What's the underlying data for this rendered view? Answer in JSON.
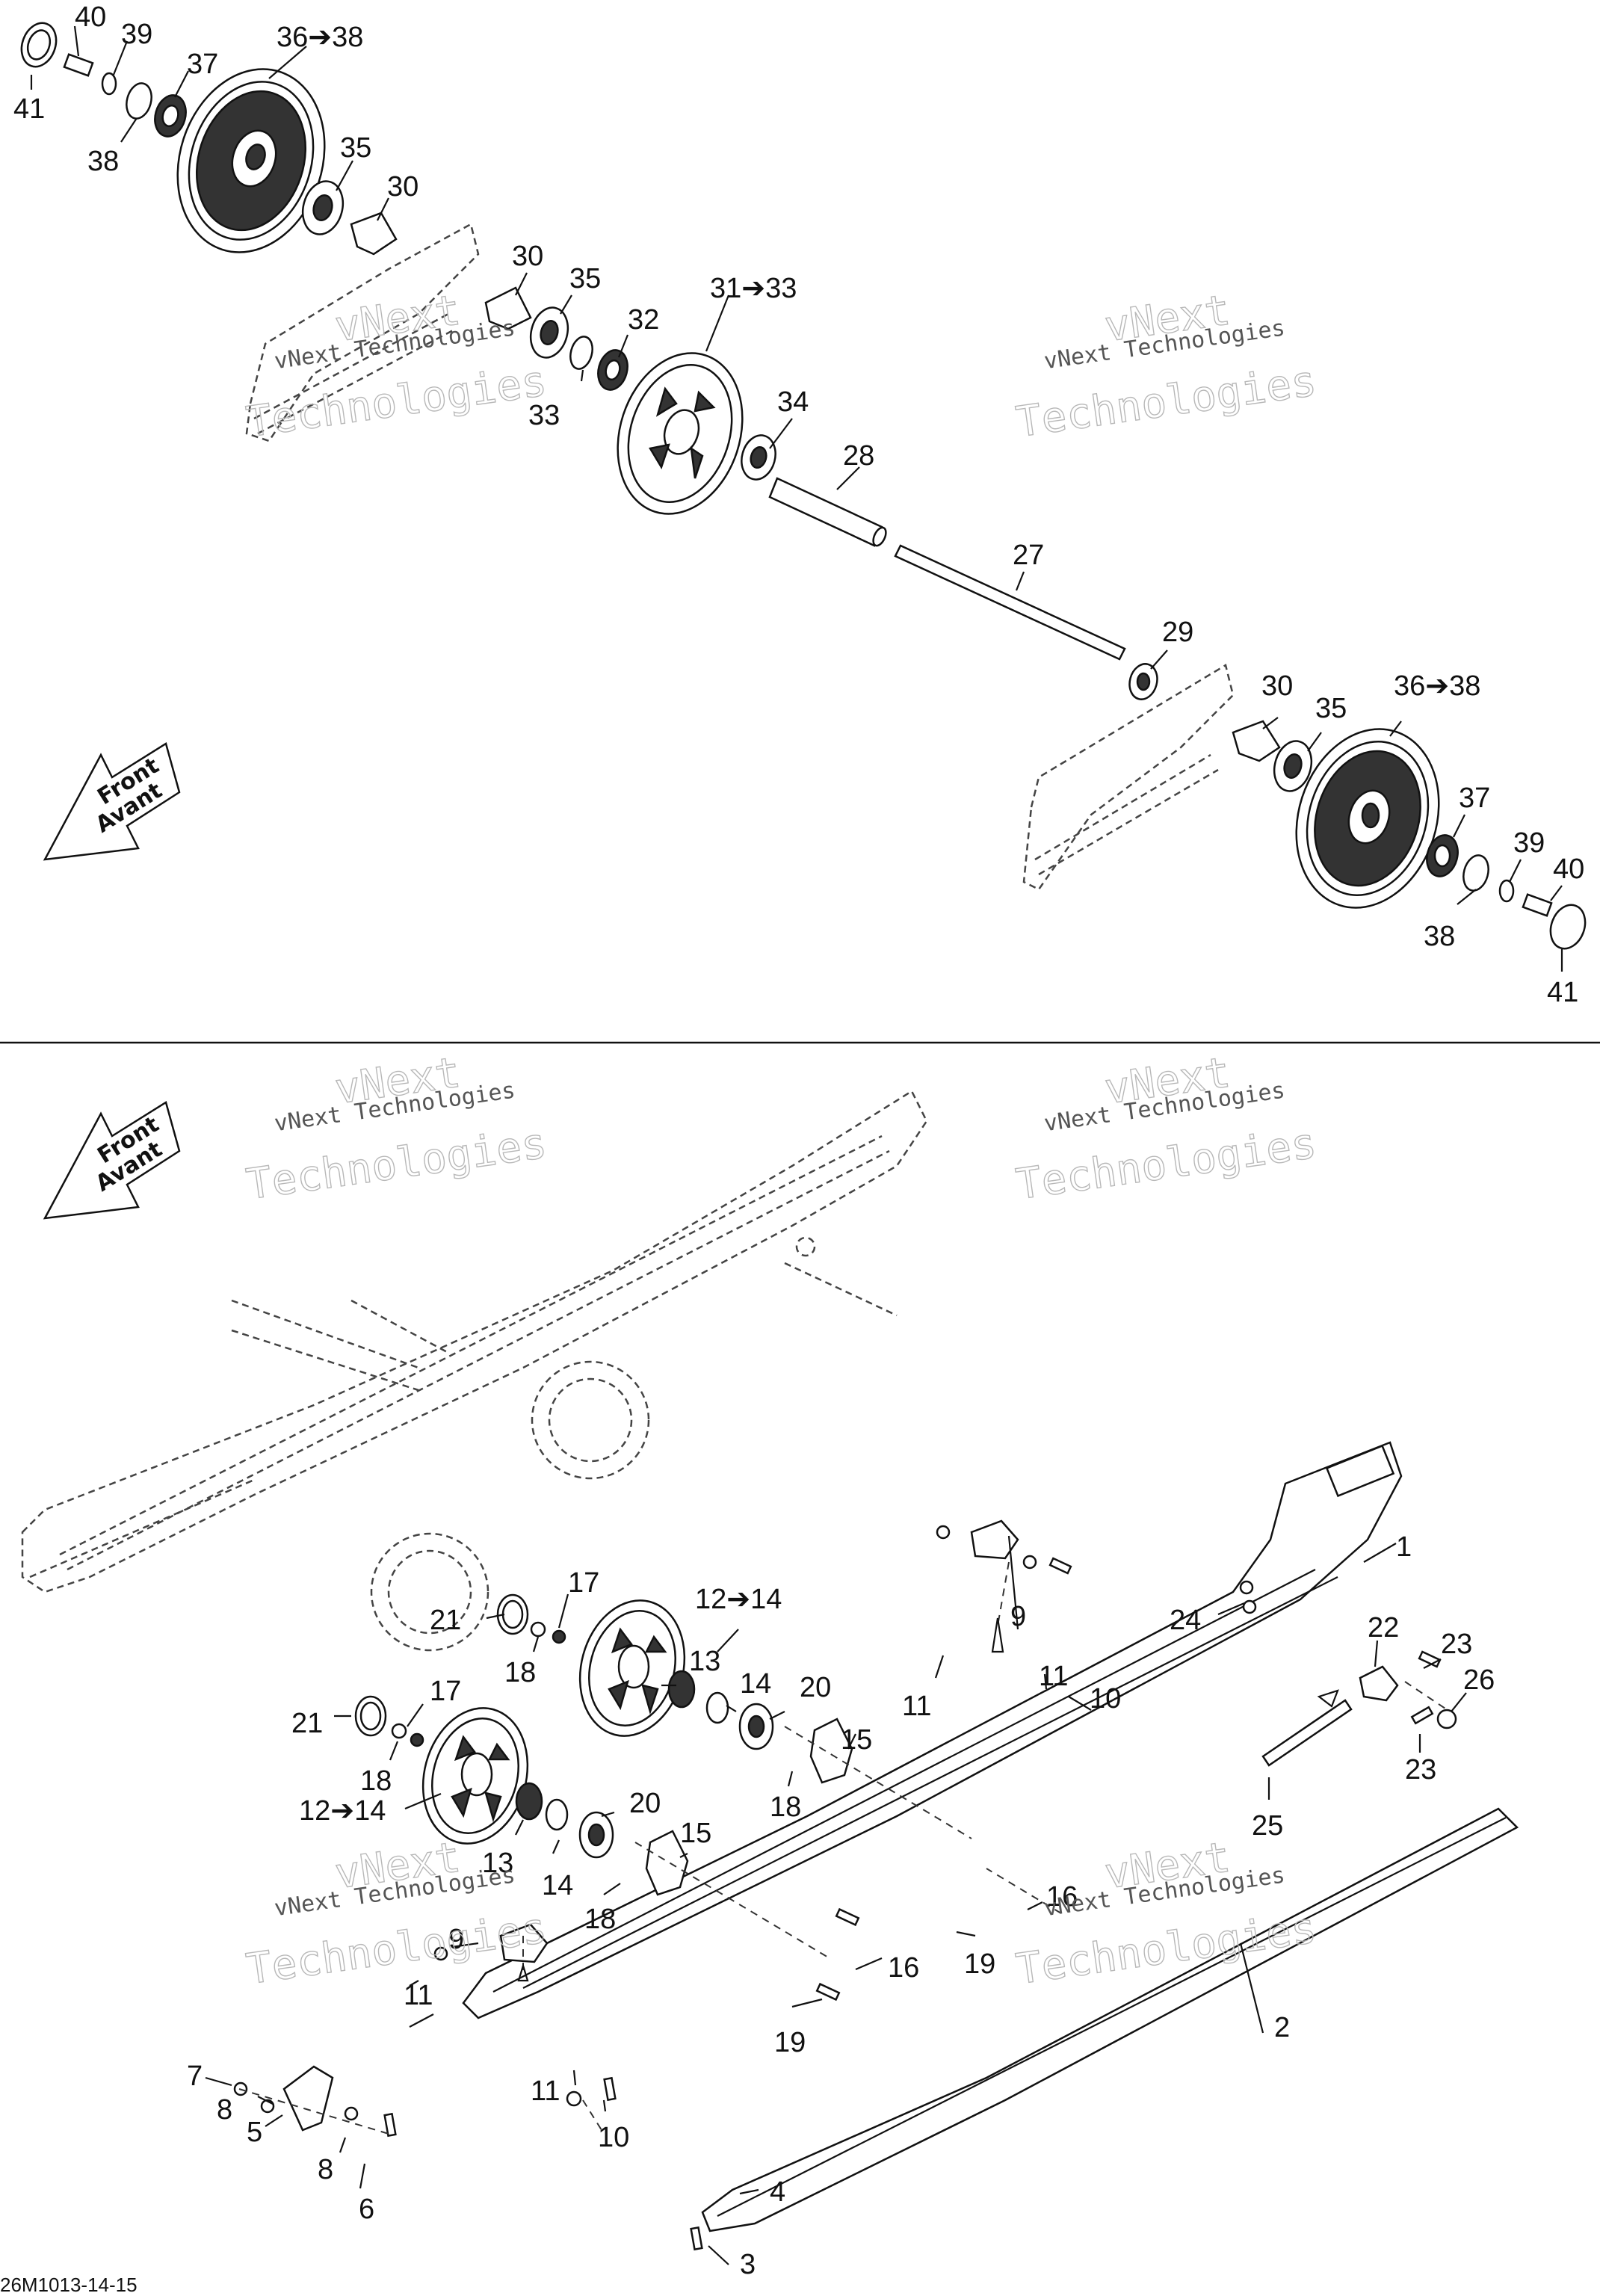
{
  "watermark": {
    "line1": "vNext Technologies",
    "line2a": "vNext",
    "line2b": "Technologies"
  },
  "front_label": {
    "line1": "Front",
    "line2": "Avant"
  },
  "drawing_code": "26M1013-14-15",
  "callouts": {
    "upper": {
      "c41a": "41",
      "c40a": "40",
      "c39a": "39",
      "c38a": "38",
      "c37a": "37",
      "c36_38a": "36➔38",
      "c35a": "35",
      "c30a": "30",
      "c30b": "30",
      "c35b": "35",
      "c32": "32",
      "c33": "33",
      "c31_33": "31➔33",
      "c34": "34",
      "c28": "28",
      "c27": "27",
      "c29": "29",
      "c30c": "30",
      "c35c": "35",
      "c36_38b": "36➔38",
      "c37b": "37",
      "c39b": "39",
      "c40b": "40",
      "c38b": "38",
      "c41b": "41"
    },
    "lower": {
      "c1": "1",
      "c24": "24",
      "c22": "22",
      "c23a": "23",
      "c26": "26",
      "c23b": "23",
      "c25": "25",
      "c9a": "9",
      "c11a": "11",
      "c11b": "11",
      "c10a": "10",
      "c17a": "17",
      "c21a": "21",
      "c18a": "18",
      "c12_14a": "12➔14",
      "c13a": "13",
      "c14a": "14",
      "c20a": "20",
      "c15a": "15",
      "c18b": "18",
      "c21b": "21",
      "c17b": "17",
      "c18c": "18",
      "c12_14b": "12➔14",
      "c13b": "13",
      "c14b": "14",
      "c20b": "20",
      "c15b": "15",
      "c18d": "18",
      "c9b": "9",
      "c16a": "16",
      "c19a": "19",
      "c16b": "16",
      "c19b": "19",
      "c2": "2",
      "c7": "7",
      "c8a": "8",
      "c5": "5",
      "c8b": "8",
      "c6": "6",
      "c11c": "11",
      "c11d": "11",
      "c10b": "10",
      "c4": "4",
      "c3": "3"
    }
  }
}
